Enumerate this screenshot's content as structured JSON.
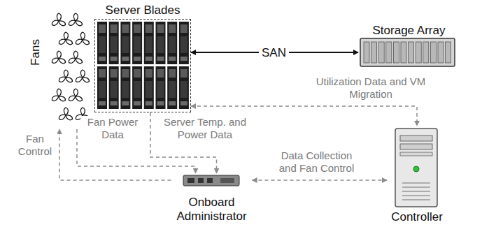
{
  "diagram": {
    "nodes": [
      {
        "text": [
          "Fans"
        ]
      },
      {
        "text": [
          "Server Blades"
        ]
      },
      {
        "text": [
          "Storage Array"
        ]
      },
      {
        "text": [
          "Onboard Administrator"
        ]
      },
      {
        "text": [
          "Controller"
        ]
      }
    ],
    "edges": [
      {
        "from": 1,
        "to": 2,
        "arrow": "both",
        "label": "SAN"
      },
      {
        "from": 1,
        "to": 4,
        "arrow": "both",
        "label": "Utilization Data and VM Migration"
      },
      {
        "from": 0,
        "to": 3,
        "arrow": "to",
        "label": "Fan Power Data"
      },
      {
        "from": 1,
        "to": 3,
        "arrow": "to",
        "label": "Server Temp. and Power Data"
      },
      {
        "from": 3,
        "to": 0,
        "arrow": "to",
        "label": "Fan Control"
      },
      {
        "from": 3,
        "to": 4,
        "arrow": "both",
        "label": "Data Collection and Fan Control"
      }
    ]
  }
}
